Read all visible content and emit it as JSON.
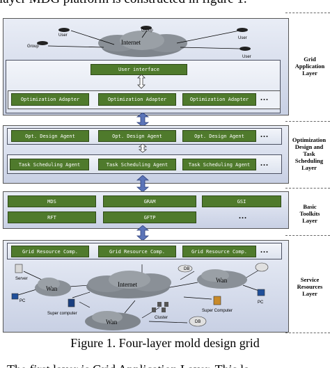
{
  "intro_text": "layer MDG platform is constructed in figure 1.",
  "caption": "Figure 1. Four-layer mold design grid",
  "bottom_text": "The first layer is Grid Application Layer. This la",
  "ellipsis": "...",
  "layers": {
    "application": {
      "side_label": [
        "Grid",
        "Application",
        "Layer"
      ],
      "top_nodes": [
        "User",
        "Group",
        "Group",
        "Internet",
        "User",
        "User"
      ],
      "user_interface": "User interface",
      "adapters": [
        "Optimization Adapter",
        "Optimization Adapter",
        "Optimization Adapter"
      ]
    },
    "optimization": {
      "side_label": [
        "Optimization",
        "Design and",
        "Task",
        "Scheduling",
        "Layer"
      ],
      "agents": [
        "Opt. Design Agent",
        "Opt. Design Agent",
        "Opt. Design Agent"
      ],
      "schedulers": [
        "Task Scheduling Agent",
        "Task Scheduling Agent",
        "Task Scheduling Agent"
      ]
    },
    "toolkits": {
      "side_label": [
        "Basic",
        "Toolkits",
        "Layer"
      ],
      "tools": [
        "MDS",
        "GRAM",
        "GSI",
        "RFT",
        "GFTP"
      ]
    },
    "service": {
      "side_label": [
        "Service",
        "Resources",
        "Layer"
      ],
      "resources": [
        "Grid Resource Comp.",
        "Grid Resource Comp.",
        "Grid Resource Comp."
      ],
      "network": [
        "Server",
        "Wan",
        "PC",
        "Internet",
        "DB",
        "Wan",
        "PC",
        "Super computer",
        "Wan",
        "Cluster",
        "Super Computer",
        "DB"
      ]
    }
  },
  "colors": {
    "module_green": "#4f7a2c",
    "panel_blue": "#c8d0e4",
    "arrow_blue": "#5b74b8"
  }
}
